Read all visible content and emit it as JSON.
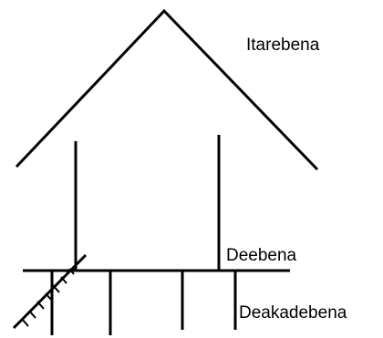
{
  "labels": {
    "roof": "Itarebena",
    "floor": "Deebena",
    "under_floor": "Deakadebena"
  },
  "colors": {
    "line": "#000000",
    "background": "#ffffff"
  }
}
